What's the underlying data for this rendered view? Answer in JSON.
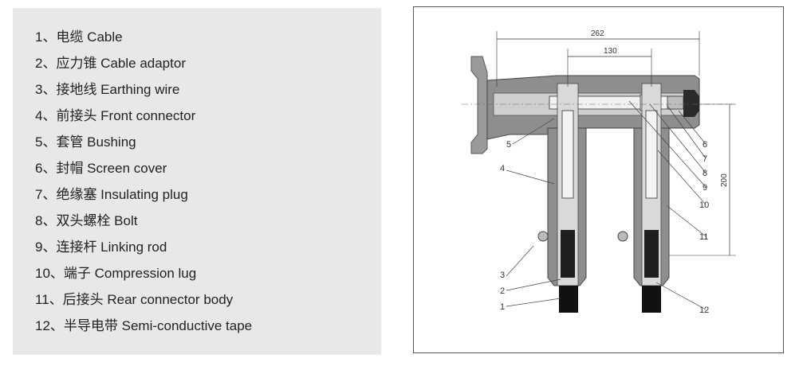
{
  "legend": [
    "1、电缆 Cable",
    "2、应力锥 Cable adaptor",
    "3、接地线 Earthing wire",
    "4、前接头 Front connector",
    "5、套管 Bushing",
    "6、封帽 Screen cover",
    "7、绝缘塞 Insulating plug",
    "8、双头螺栓 Bolt",
    "9、连接杆 Linking rod",
    "10、端子 Compression lug",
    "11、后接头 Rear connector body",
    "12、半导电带 Semi-conductive tape"
  ],
  "diagram": {
    "dimensions": {
      "overall_width": "262",
      "spacing": "130",
      "height": "200"
    },
    "callouts": [
      "1",
      "2",
      "3",
      "4",
      "5",
      "6",
      "7",
      "8",
      "9",
      "10",
      "11",
      "12"
    ]
  }
}
